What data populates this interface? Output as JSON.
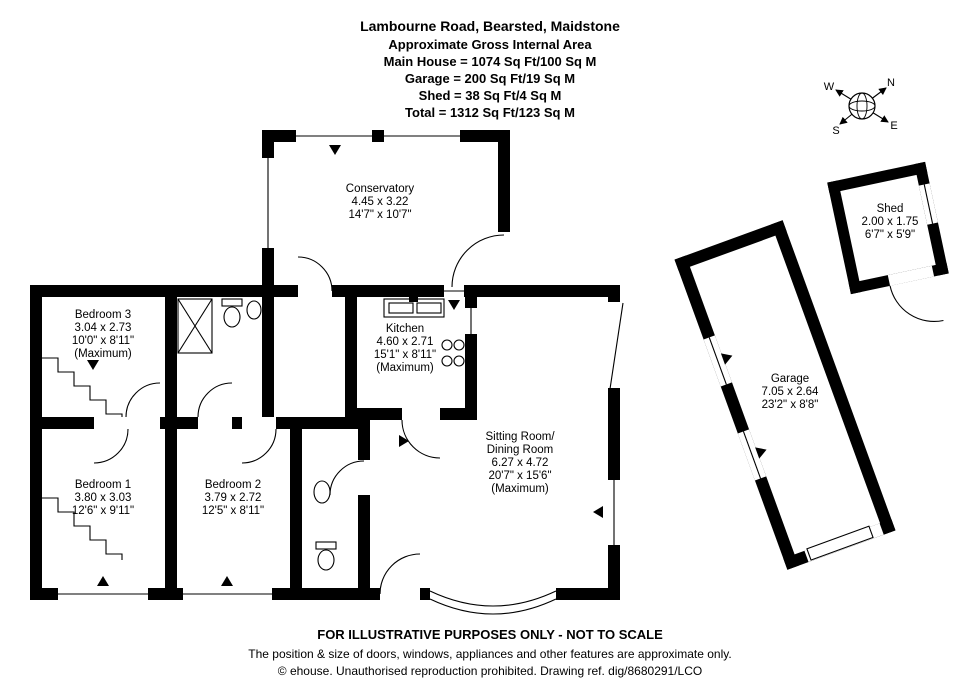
{
  "title": {
    "address": "Lambourne Road, Bearsted, Maidstone",
    "subtitle": "Approximate Gross Internal Area",
    "lines": [
      "Main House = 1074 Sq Ft/100 Sq M",
      "Garage = 200 Sq Ft/19 Sq M",
      "Shed = 38 Sq Ft/4 Sq M",
      "Total = 1312 Sq Ft/123 Sq M"
    ]
  },
  "compass": {
    "n": "N",
    "s": "S",
    "e": "E",
    "w": "W"
  },
  "rooms": {
    "conservatory": {
      "name": "Conservatory",
      "metric": "4.45 x 3.22",
      "imperial": "14'7\" x 10'7\""
    },
    "bedroom3": {
      "name": "Bedroom 3",
      "metric": "3.04 x 2.73",
      "imperial": "10'0\" x 8'11\"",
      "note": "(Maximum)"
    },
    "kitchen": {
      "name": "Kitchen",
      "metric": "4.60 x 2.71",
      "imperial": "15'1\" x 8'11\"",
      "note": "(Maximum)"
    },
    "sitting": {
      "name1": "Sitting Room/",
      "name2": "Dining Room",
      "metric": "6.27 x 4.72",
      "imperial": "20'7\" x 15'6\"",
      "note": "(Maximum)"
    },
    "bedroom1": {
      "name": "Bedroom 1",
      "metric": "3.80 x 3.03",
      "imperial": "12'6\" x 9'11\""
    },
    "bedroom2": {
      "name": "Bedroom 2",
      "metric": "3.79 x 2.72",
      "imperial": "12'5\" x 8'11\""
    },
    "garage": {
      "name": "Garage",
      "metric": "7.05 x 2.64",
      "imperial": "23'2\" x 8'8\""
    },
    "shed": {
      "name": "Shed",
      "metric": "2.00 x 1.75",
      "imperial": "6'7\" x 5'9\""
    }
  },
  "footer": {
    "line1": "FOR ILLUSTRATIVE PURPOSES ONLY - NOT TO SCALE",
    "line2": "The position & size of doors, windows, appliances and other features are approximate only.",
    "line3": "© ehouse. Unauthorised reproduction prohibited. Drawing ref. dig/8680291/LCO"
  }
}
